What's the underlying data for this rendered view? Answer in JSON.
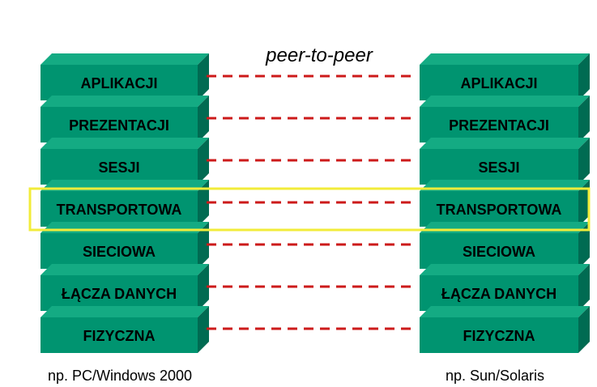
{
  "title": "peer-to-peer",
  "layers": [
    "APLIKACJI",
    "PREZENTACJI",
    "SESJI",
    "TRANSPORTOWA",
    "SIECIOWA",
    "ŁĄCZA DANYCH",
    "FIZYCZNA"
  ],
  "highlighted_layer": "TRANSPORTOWA",
  "left_stack": {
    "caption": "np. PC/Windows 2000"
  },
  "right_stack": {
    "caption": "np. Sun/Solaris"
  },
  "colors": {
    "block_front": "#009470",
    "block_top": "#14ab83",
    "block_side": "#006b52",
    "connector": "#cc1a1a",
    "highlight": "#f2ec3a"
  }
}
